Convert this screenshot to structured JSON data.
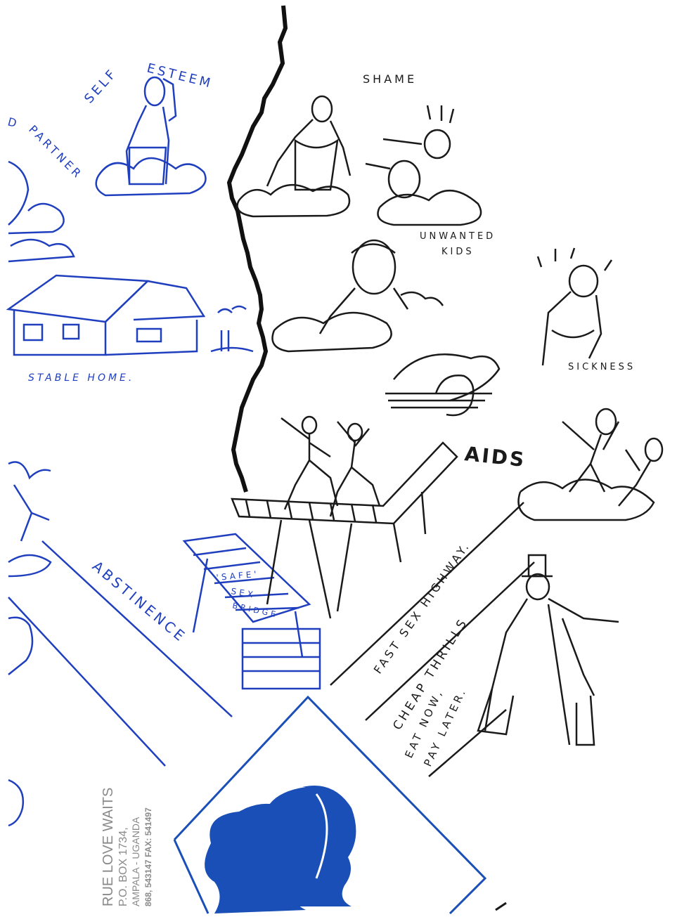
{
  "labels": {
    "self_esteem_word1": "SELF",
    "self_esteem_word2": "ESTEEM",
    "partner": "PARTNER",
    "partner_prefix": "D",
    "stable_home": "STABLE HOME.",
    "abstinence": "ABSTINENCE",
    "shame": "SHAME",
    "unwanted_kids_line1": "UNWANTED",
    "unwanted_kids_line2": "KIDS",
    "sickness": "SICKNESS",
    "aids": "AIDS",
    "bridge_line1": "'SAFE'",
    "bridge_line2": "SEX",
    "bridge_line3": "BRIDGE",
    "fast_sex_highway": "FAST SEX HIGHWAY.",
    "cheap_thrills": "CHEAP THRILLS",
    "eat_now": "EAT NOW,",
    "pay_later": "PAY LATER."
  },
  "address": {
    "line1": "RUE LOVE WAITS",
    "line2": "P.O. BOX 1734,",
    "line3": "AMPALA - UGANDA",
    "line4": "868, 543147 FAX: 541497"
  },
  "colors": {
    "blue_ink": "#1f3fbf",
    "black_ink": "#1a1a1a",
    "logo_blue": "#1a4fb8"
  }
}
